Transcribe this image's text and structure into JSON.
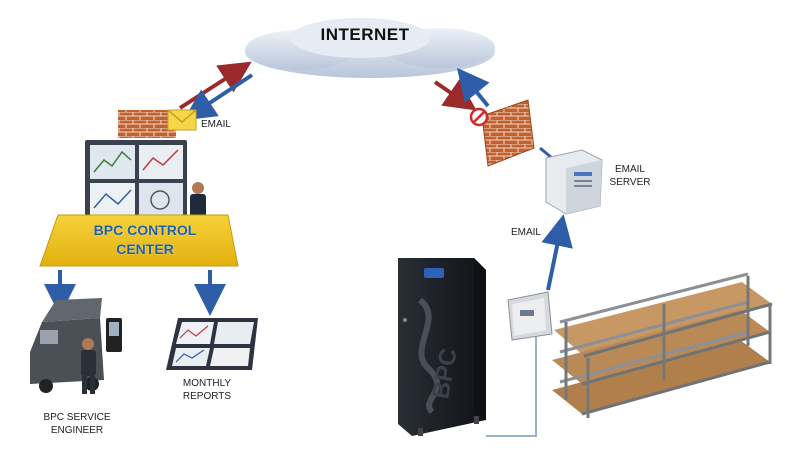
{
  "labels": {
    "internet": "INTERNET",
    "email_top": "EMAIL",
    "email_server_line1": "EMAIL",
    "email_server_line2": "SERVER",
    "email_ups": "EMAIL",
    "control_center_line1": "BPC CONTROL",
    "control_center_line2": "CENTER",
    "service_engineer_line1": "BPC SERVICE",
    "service_engineer_line2": "ENGINEER",
    "monthly_reports_line1": "MONTHLY",
    "monthly_reports_line2": "REPORTS",
    "ups_brand": "BPC"
  },
  "colors": {
    "arrow_blue": "#2e5ea8",
    "arrow_red": "#9b2b2b",
    "desk_yellow": "#f0c419",
    "brick": "#c0612f",
    "cloud": "#cfd8e6"
  }
}
